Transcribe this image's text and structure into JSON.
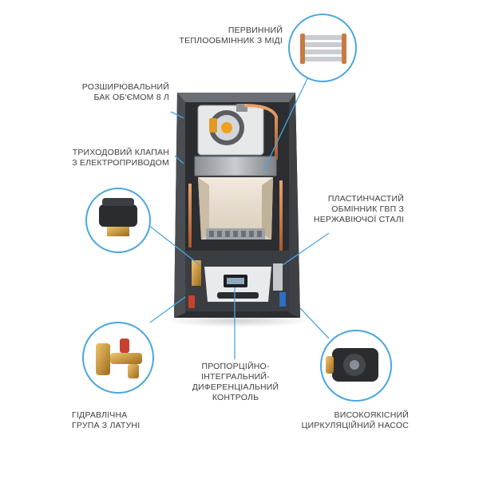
{
  "labels": {
    "copper_exchanger": "ПЕРВИННИЙ\nТЕПЛООБМІННИК З МІДІ",
    "expansion_tank": "РОЗШИРЮВАЛЬНИЙ\nБАК ОБ'ЄМОМ 8 Л",
    "three_way_valve": "ТРИХОДОВИЙ КЛАПАН\nЗ ЕЛЕКТРОПРИВОДОМ",
    "plate_exchanger": "ПЛАСТИНЧАСТИЙ\nОБМІННИК ГВП З\nНЕРЖАВІЮЧОЇ СТАЛІ",
    "pid_control": "ПРОПОРЦІЙНО-\nІНТЕГРАЛЬНИЙ-\nДИФЕРЕНЦІАЛЬНИЙ\nКОНТРОЛЬ",
    "hydraulic_group": "ГІДРАВЛІЧНА\nГРУПА З ЛАТУНІ",
    "circulation_pump": "ВИСОКОЯКІСНИЙ\nЦИРКУЛЯЦІЙНИЙ НАСОС"
  },
  "colors": {
    "leader_line": "#4aa6e0",
    "callout_ring": "#4aa6e0",
    "label_text": "#3d3d3d"
  }
}
